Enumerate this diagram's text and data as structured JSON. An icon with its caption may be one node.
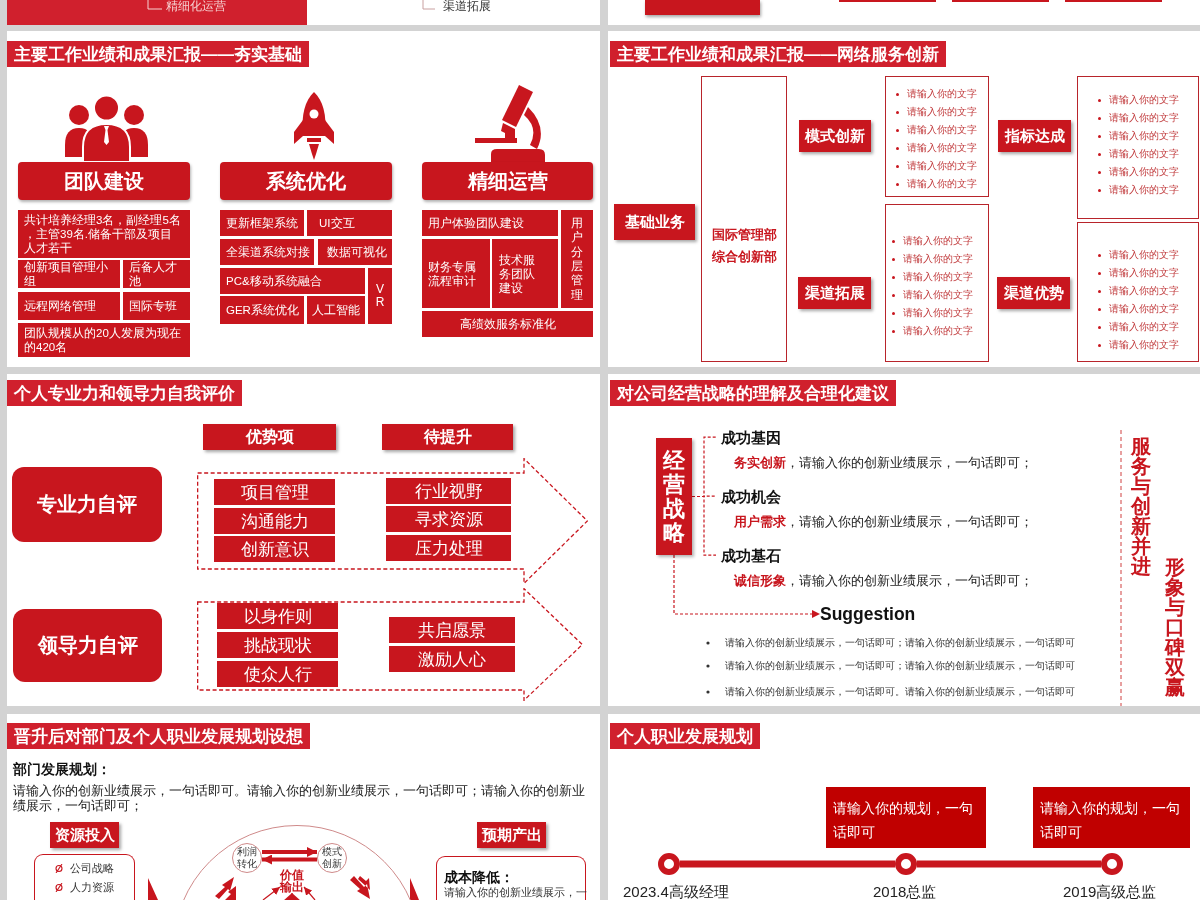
{
  "diagram": {
    "nodes": [
      {
        "text": [
          "精细化运营"
        ]
      },
      {
        "text": [],
        "shape": "box"
      },
      {
        "text": [
          "主要工作业绩和成果汇报——夯实基础"
        ]
      },
      {
        "text": [
          "团队建设"
        ]
      },
      {
        "text": [
          "系统优化"
        ]
      },
      {
        "text": [
          "精细运营"
        ]
      },
      {
        "text": [
          "共计培养经理3名，副经理5名，主管39名.储备干部及项目人才若干"
        ]
      },
      {
        "text": [
          "创新项目管理小组"
        ]
      },
      {
        "text": [
          "后备人才池"
        ]
      },
      {
        "text": [
          "远程网络管理"
        ]
      },
      {
        "text": [
          "国际专班"
        ]
      },
      {
        "text": [
          "团队规模从的20人发展为现在的420名"
        ]
      },
      {
        "text": [
          "更新框架系统"
        ]
      },
      {
        "text": [
          "UI交互"
        ]
      },
      {
        "text": [
          "全渠道系统对接"
        ]
      },
      {
        "text": [
          "数据可视化"
        ]
      },
      {
        "text": [
          "PC&移动系统融合"
        ]
      },
      {
        "text": [
          "VR"
        ]
      },
      {
        "text": [
          "GER系统优化"
        ]
      },
      {
        "text": [
          "人工智能"
        ]
      },
      {
        "text": [
          "用户体验团队建设"
        ]
      },
      {
        "text": [
          "用户分层管理"
        ]
      },
      {
        "text": [
          "财务专属流程审计"
        ]
      },
      {
        "text": [
          "技术服务团队建设"
        ]
      },
      {
        "text": [
          "高绩效服务标准化"
        ]
      },
      {
        "text": [
          "主要工作业绩和成果汇报——网络服务创新"
        ]
      },
      {
        "text": [
          "基础业务"
        ]
      },
      {
        "text": [
          "国际管理部",
          "综合创新部"
        ]
      },
      {
        "text": [
          "模式创新"
        ]
      },
      {
        "text": [
          "请输入你的文字",
          "请输入你的文字",
          "请输入你的文字",
          "请输入你的文字",
          "请输入你的文字",
          "请输入你的文字"
        ]
      },
      {
        "text": [
          "指标达成"
        ]
      },
      {
        "text": [
          "请输入你的文字",
          "请输入你的文字",
          "请输入你的文字",
          "请输入你的文字",
          "请输入你的文字",
          "请输入你的文字"
        ]
      },
      {
        "text": [
          "渠道拓展"
        ]
      },
      {
        "text": [
          "请输入你的文字",
          "请输入你的文字",
          "请输入你的文字",
          "请输入你的文字",
          "请输入你的文字",
          "请输入你的文字"
        ]
      },
      {
        "text": [
          "渠道优势"
        ]
      },
      {
        "text": [
          "请输入你的文字",
          "请输入你的文字",
          "请输入你的文字",
          "请输入你的文字",
          "请输入你的文字",
          "请输入你的文字"
        ]
      },
      {
        "text": [
          "个人专业力和领导力自我评价"
        ]
      },
      {
        "text": [
          "优势项"
        ]
      },
      {
        "text": [
          "待提升"
        ]
      },
      {
        "text": [
          "专业力自评"
        ]
      },
      {
        "text": [],
        "shape": "arrow"
      },
      {
        "text": [
          "项目管理"
        ],
        "in": 40
      },
      {
        "text": [
          "沟通能力"
        ],
        "in": 40
      },
      {
        "text": [
          "创新意识"
        ],
        "in": 40
      },
      {
        "text": [
          "行业视野"
        ],
        "in": 40
      },
      {
        "text": [
          "寻求资源"
        ],
        "in": 40
      },
      {
        "text": [
          "压力处理"
        ],
        "in": 40
      },
      {
        "text": [
          "领导力自评"
        ]
      },
      {
        "text": [],
        "shape": "arrow"
      },
      {
        "text": [
          "以身作则"
        ],
        "in": 48
      },
      {
        "text": [
          "挑战现状"
        ],
        "in": 48
      },
      {
        "text": [
          "使众人行"
        ],
        "in": 48
      },
      {
        "text": [
          "共启愿景"
        ],
        "in": 48
      },
      {
        "text": [
          "激励人心"
        ],
        "in": 48
      },
      {
        "text": [
          "对公司经营战略的理解及合理化建议"
        ]
      },
      {
        "text": [
          "经营战略"
        ]
      },
      {
        "text": [
          "成功基因",
          "**务实创新**，请输入你的创新业绩展示，一句话即可；"
        ]
      },
      {
        "text": [
          "成功机会",
          "**用户需求**，请输入你的创新业绩展示，一句话即可；"
        ]
      },
      {
        "text": [
          "成功基石",
          "**诚信形象**，请输入你的创新业绩展示，一句话即可；"
        ]
      },
      {
        "text": [
          "Suggestion"
        ]
      },
      {
        "text": [
          "晋升后对部门及个人职业发展规划设想"
        ]
      },
      {
        "text": [
          "资源投入"
        ]
      },
      {
        "text": [
          "预期产出"
        ]
      },
      {
        "text": [
          "公司战略",
          "人力资源"
        ]
      },
      {
        "text": [],
        "shape": "circle"
      },
      {
        "text": [
          "利润转化"
        ],
        "in": 64
      },
      {
        "text": [
          "模式创新"
        ],
        "in": 64
      },
      {
        "text": [
          "价值输出"
        ],
        "in": 64
      },
      {
        "text": [
          "成本降低：",
          "请输入你的创新业绩展示，一"
        ]
      },
      {
        "text": [
          "个人职业发展规划"
        ]
      },
      {
        "text": [
          "请输入你的规划，一句话即可"
        ]
      },
      {
        "text": [
          "请输入你的规划，一句话即可"
        ]
      },
      {
        "text": [],
        "shape": "circle",
        "beside": [
          "2023.4高级经理"
        ]
      },
      {
        "text": [],
        "shape": "circle",
        "beside": [
          "2018总监"
        ]
      },
      {
        "text": [],
        "shape": "circle",
        "beside": [
          "2019高级总监"
        ]
      }
    ],
    "edges": [
      {
        "from": 55,
        "to": 56,
        "arrow": "none",
        "style": "dashed"
      },
      {
        "from": 55,
        "to": 57,
        "arrow": "none",
        "style": "dashed"
      },
      {
        "from": 55,
        "to": 58,
        "arrow": "none",
        "style": "dashed"
      },
      {
        "from": 55,
        "to": 59,
        "arrow": "to",
        "style": "dashed"
      },
      {
        "from": 65,
        "to": 66,
        "arrow": "to",
        "style": "thick"
      },
      {
        "from": 66,
        "to": 65,
        "arrow": "to",
        "style": "thick"
      },
      {
        "from": null,
        "to": 67,
        "arrow": "to"
      },
      {
        "from": null,
        "to": 67,
        "arrow": "to"
      },
      {
        "from": null,
        "to": 67,
        "arrow": "to"
      },
      {
        "from": 72,
        "to": 73,
        "arrow": "none",
        "style": "thick"
      },
      {
        "from": 73,
        "to": 74,
        "arrow": "none",
        "style": "thick"
      }
    ],
    "labels": [
      "渠道拓展",
      "服务与创新并进",
      "形象与口碑双赢",
      "请输入你的创新业绩展示，一句话即可；请输入你的创新业绩展示，一句话即可",
      "请输入你的创新业绩展示，一句话即可；请输入你的创新业绩展示，一句话即可",
      "请输入你的创新业绩展示，一句话即可。请输入你的创新业绩展示，一句话即可",
      "部门发展规划：",
      "请输入你的创新业绩展示，一句话即可。请输入你的创新业绩展示，一句话即可；请输入你的创新业绩展示，一句话即可；"
    ]
  }
}
